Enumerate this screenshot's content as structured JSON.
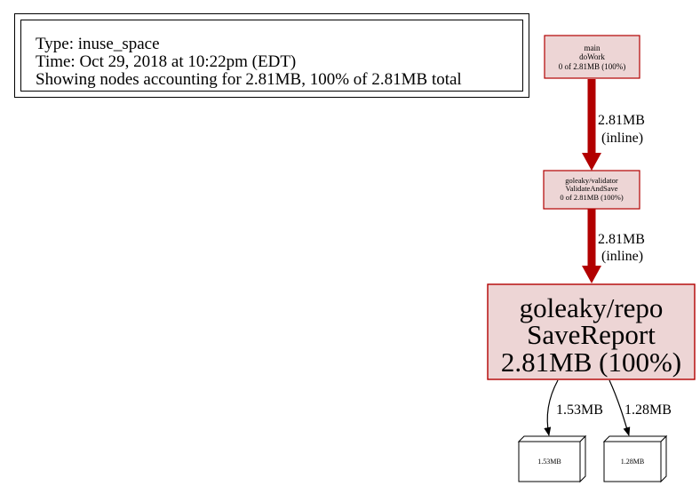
{
  "legend": {
    "type_line": "Type: inuse_space",
    "time_line": "Time: Oct 29, 2018 at 10:22pm (EDT)",
    "nodes_line": "Showing nodes accounting for 2.81MB, 100% of 2.81MB total"
  },
  "nodes": {
    "main": {
      "pkg": "main",
      "func": "doWork",
      "value": "0 of 2.81MB (100%)"
    },
    "validator": {
      "pkg": "goleaky/validator",
      "func": "ValidateAndSave",
      "value": "0 of 2.81MB (100%)"
    },
    "repo": {
      "pkg": "goleaky/repo",
      "func": "SaveReport",
      "value": "2.81MB (100%)"
    },
    "alloc1": {
      "label": "1.53MB"
    },
    "alloc2": {
      "label": "1.28MB"
    }
  },
  "edges": {
    "main_to_validator": {
      "size": "2.81MB",
      "kind": "(inline)"
    },
    "validator_to_repo": {
      "size": "2.81MB",
      "kind": "(inline)"
    },
    "repo_to_alloc1": {
      "size": "1.53MB"
    },
    "repo_to_alloc2": {
      "size": "1.28MB"
    }
  },
  "colors": {
    "node_fill": "#edd5d5",
    "node_border": "#b20000",
    "edge_heavy": "#b20000",
    "edge_light": "#000000"
  }
}
